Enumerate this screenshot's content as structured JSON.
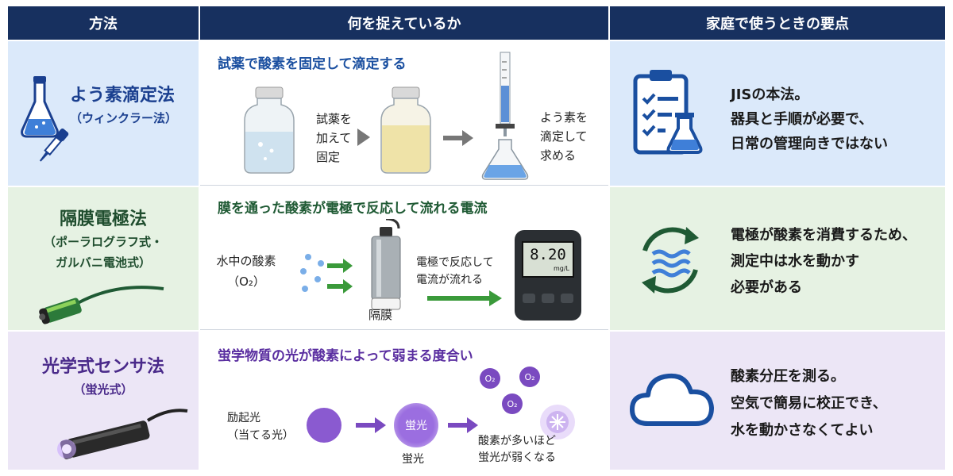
{
  "headers": {
    "method": "方法",
    "what": "何を捉えているか",
    "home": "家庭で使うときの要点"
  },
  "rows": [
    {
      "method_name": "よう素滴定法",
      "method_sub": "（ウィンクラー法）",
      "caption": "試薬で酸素を固定して滴定する",
      "step1": [
        "試薬を",
        "加えて",
        "固定"
      ],
      "step2": [
        "よう素を",
        "滴定して",
        "求める"
      ],
      "points": [
        "JISの本法。",
        "器具と手順が必要で、",
        "日常の管理向きではない"
      ],
      "accent": "#1a3f8f",
      "bg": "#dbe9fa"
    },
    {
      "method_name": "隔膜電極法",
      "method_sub1": "（ポーラログラフ式・",
      "method_sub2": "ガルバニ電池式）",
      "caption": "膜を通った酸素が電極で反応して流れる電流",
      "label_water": "水中の酸素",
      "label_o2": "（O₂）",
      "label_membrane": "隔膜",
      "label_current": [
        "電極で反応して",
        "電流が流れる"
      ],
      "meter_value": "8.20",
      "meter_unit": "mg/L",
      "points": [
        "電極が酸素を消費するため、",
        "測定中は水を動かす",
        "必要がある"
      ],
      "accent": "#1f4d2e",
      "bg": "#e6f2e3"
    },
    {
      "method_name": "光学式センサ法",
      "method_sub": "（蛍光式）",
      "caption": "蛍学物質の光が酸素によって弱まる度合い",
      "label_excite": [
        "励起光",
        "（当てる光）"
      ],
      "label_fluor_inner": "蛍光",
      "label_fluor": "蛍光",
      "o2_label": "O₂",
      "label_weak": [
        "酸素が多いほど",
        "蛍光が弱くなる"
      ],
      "points": [
        "酸素分圧を測る。",
        "空気で簡易に校正でき、",
        "水を動かさなくてよい"
      ],
      "accent": "#4a2a8a",
      "bg": "#ece6f6"
    }
  ],
  "colors": {
    "header": "#17305f",
    "blue": "#1a4fa0",
    "green": "#1f5a34",
    "purple": "#6a3ea8"
  }
}
